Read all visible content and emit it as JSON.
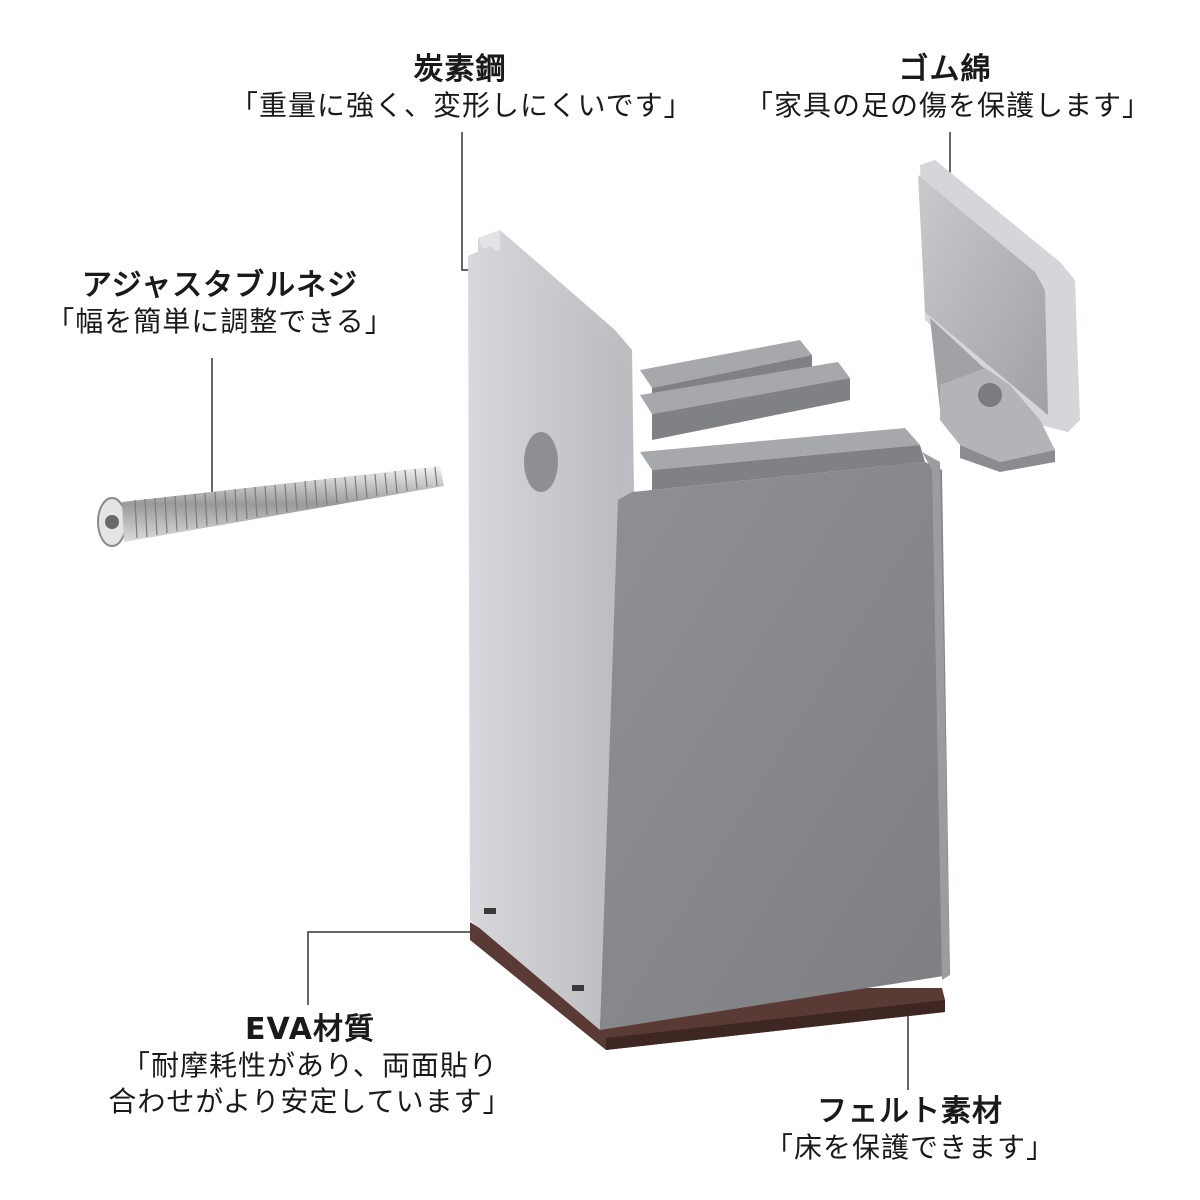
{
  "callouts": {
    "steel": {
      "title": "炭素鋼",
      "desc": "「重量に強く、変形しにくいです」"
    },
    "rubber": {
      "title": "ゴム綿",
      "desc": "「家具の足の傷を保護します」"
    },
    "screw": {
      "title": "アジャスタブルネジ",
      "desc": "「幅を簡単に調整できる」"
    },
    "eva": {
      "title": "EVA材質",
      "desc_line1": "「耐摩耗性があり、両面貼り",
      "desc_line2": "合わせがより安定しています」"
    },
    "felt": {
      "title": "フェルト素材",
      "desc": "「床を保護できます」"
    }
  },
  "colors": {
    "body_light": "#c4c6c9",
    "body_dark": "#8a8c90",
    "felt": "#5a3a34",
    "leader_line": "#333333"
  },
  "icons": [
    "screw-icon",
    "bed-riser-icon",
    "rubber-pad-icon"
  ]
}
